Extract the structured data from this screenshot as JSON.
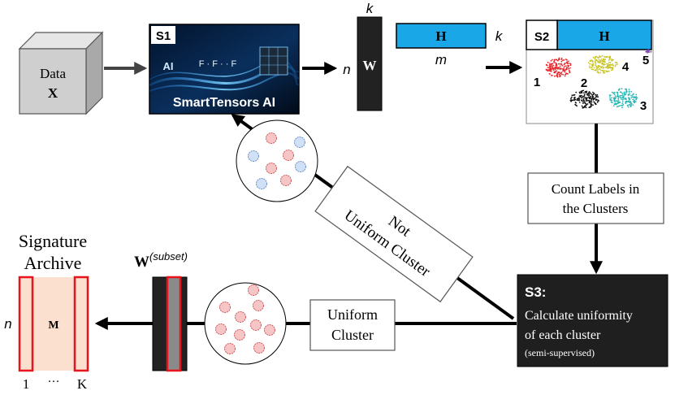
{
  "data_cube": {
    "line1": "Data",
    "line2": "X"
  },
  "s1": {
    "label": "S1",
    "image_caption": "SmartTensors AI",
    "ai_badge": "AI",
    "f_glyphs": "F · F · · F"
  },
  "w_matrix": {
    "label": "W",
    "top_dim": "k",
    "left_dim": "n"
  },
  "h_matrix": {
    "label": "H",
    "right_dim": "k",
    "bottom_dim": "m"
  },
  "s2": {
    "label": "S2",
    "h_label": "H",
    "clusters": [
      "1",
      "2",
      "3",
      "4",
      "5"
    ]
  },
  "count_labels": {
    "line1": "Count Labels in",
    "line2": "the Clusters"
  },
  "s3": {
    "title": "S3:",
    "line1": "Calculate uniformity",
    "line2": "of each cluster",
    "line3": "(semi-supervised)"
  },
  "not_uniform": {
    "line1": "Not",
    "line2": "Uniform Cluster"
  },
  "uniform": {
    "line1": "Uniform",
    "line2": "Cluster"
  },
  "w_subset": {
    "base": "W",
    "sup": "(subset)"
  },
  "archive": {
    "title_line1": "Signature",
    "title_line2": "Archive",
    "matrix_label": "M",
    "left_dim": "n",
    "idx_start": "1",
    "idx_dots": "···",
    "idx_end": "K"
  },
  "colors": {
    "h_fill": "#1aa7e8",
    "dark_box": "#1f1f1f",
    "archive_fill": "#fbe0cf",
    "red": "#e8131b",
    "pink_dot": "#f6c6c6",
    "blue_dot": "#cfe0f7",
    "cluster_red": "#e8262a",
    "cluster_yellow": "#c8c428",
    "cluster_black": "#111111",
    "cluster_teal": "#27b7b5",
    "cluster_purple": "#7a3fb0"
  }
}
